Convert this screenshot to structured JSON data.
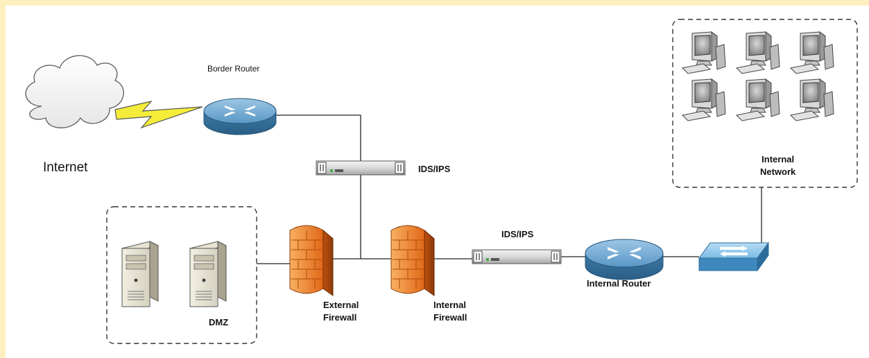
{
  "nodes": {
    "internet": "Internet",
    "border_router": "Border Router",
    "ids_top": "IDS/IPS",
    "ids_bottom": "IDS/IPS",
    "dmz": "DMZ",
    "external_firewall": {
      "line1": "External",
      "line2": "Firewall"
    },
    "internal_firewall": {
      "line1": "Internal",
      "line2": "Firewall"
    },
    "internal_router": "Internal Router",
    "internal_network": {
      "line1": "Internal",
      "line2": "Network"
    }
  },
  "colors": {
    "outer_background": "#fdefc0",
    "router_blue": "#4a88b5",
    "firewall_orange": "#e8772a",
    "lightning_yellow": "#f5ec3a",
    "switch_blue": "#5fa3d4"
  },
  "icons": [
    "cloud-icon",
    "lightning-link-icon",
    "router-icon",
    "ids-appliance-icon",
    "firewall-icon",
    "server-icon",
    "switch-icon",
    "workstation-icon"
  ]
}
